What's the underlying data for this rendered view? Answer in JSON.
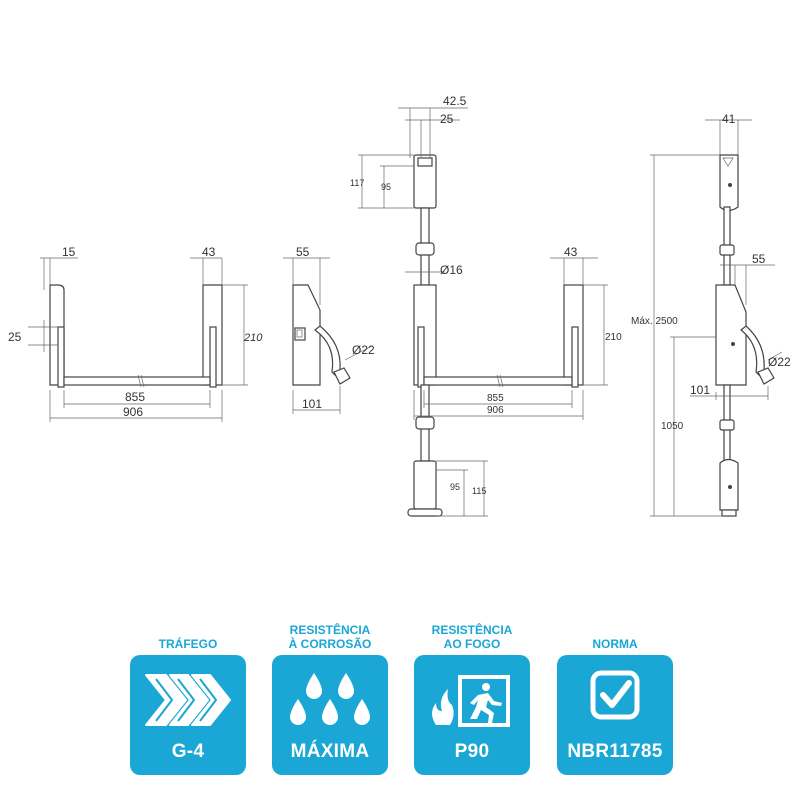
{
  "dimensions": {
    "d42_5": "42.5",
    "d25_top": "25",
    "d117": "117",
    "d95_top": "95",
    "d41": "41",
    "d15": "15",
    "d43_left": "43",
    "d55_side": "55",
    "d25_left": "25",
    "d210_left": "210",
    "d22_left": "Ø22",
    "d855_left": "855",
    "d906_left": "906",
    "d101_left": "101",
    "d16": "Ø16",
    "d43_right": "43",
    "d210_right": "210",
    "d855_right": "855",
    "d906_right": "906",
    "d95_bottom": "95",
    "d115": "115",
    "dmax2500": "Máx. 2500",
    "d55_right": "55",
    "d22_right": "Ø22",
    "d101_right": "101",
    "d1050": "1050"
  },
  "badges": [
    {
      "label_lines": [
        "TRÁFEGO"
      ],
      "value": "G-4",
      "icon": "chevrons-icon"
    },
    {
      "label_lines": [
        "RESISTÊNCIA",
        "À CORROSÃO"
      ],
      "value": "MÁXIMA",
      "icon": "water-drops-icon"
    },
    {
      "label_lines": [
        "RESISTÊNCIA",
        "AO FOGO"
      ],
      "value": "P90",
      "icon": "fire-exit-icon"
    },
    {
      "label_lines": [
        "NORMA"
      ],
      "value": "NBR11785",
      "icon": "checkbox-icon"
    }
  ],
  "colors": {
    "accent": "#1aa7d6",
    "drawing_lines": "#555555"
  }
}
